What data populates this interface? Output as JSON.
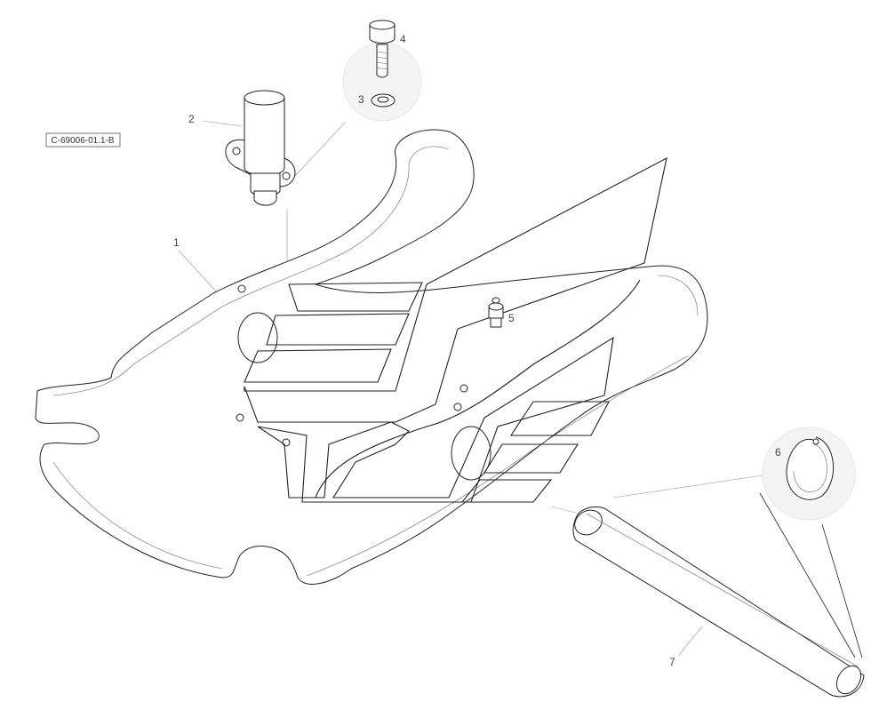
{
  "diagram": {
    "reference_code": "C-69006-01.1-B",
    "callouts": [
      {
        "id": "1",
        "label": "1"
      },
      {
        "id": "2",
        "label": "2"
      },
      {
        "id": "3",
        "label": "3"
      },
      {
        "id": "4",
        "label": "4"
      },
      {
        "id": "5",
        "label": "5"
      },
      {
        "id": "6",
        "label": "6"
      },
      {
        "id": "7",
        "label": "7"
      }
    ]
  }
}
